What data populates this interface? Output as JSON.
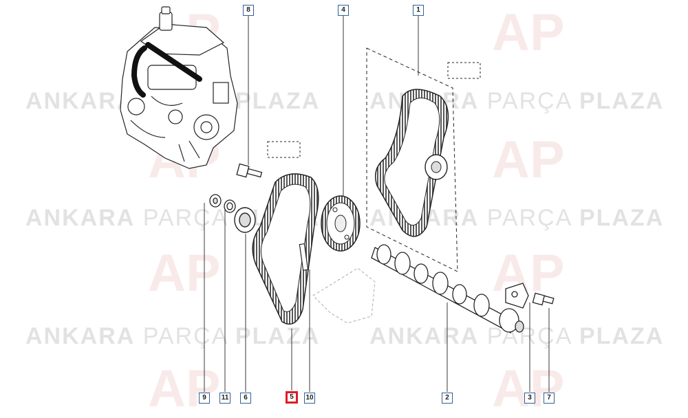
{
  "watermark": {
    "word1": "ANKARA",
    "word2": "PARÇA",
    "word3": "PLAZA",
    "logo": "AP"
  },
  "callouts": [
    {
      "id": "1",
      "active": false
    },
    {
      "id": "2",
      "active": false
    },
    {
      "id": "3",
      "active": false
    },
    {
      "id": "4",
      "active": false
    },
    {
      "id": "5",
      "active": true
    },
    {
      "id": "6",
      "active": false
    },
    {
      "id": "7",
      "active": false
    },
    {
      "id": "8",
      "active": false
    },
    {
      "id": "9",
      "active": false
    },
    {
      "id": "10",
      "active": false
    },
    {
      "id": "11",
      "active": false
    }
  ],
  "colors": {
    "callout_border": "#2f5f9a",
    "active_border": "#e01b24",
    "line": "#222222"
  }
}
